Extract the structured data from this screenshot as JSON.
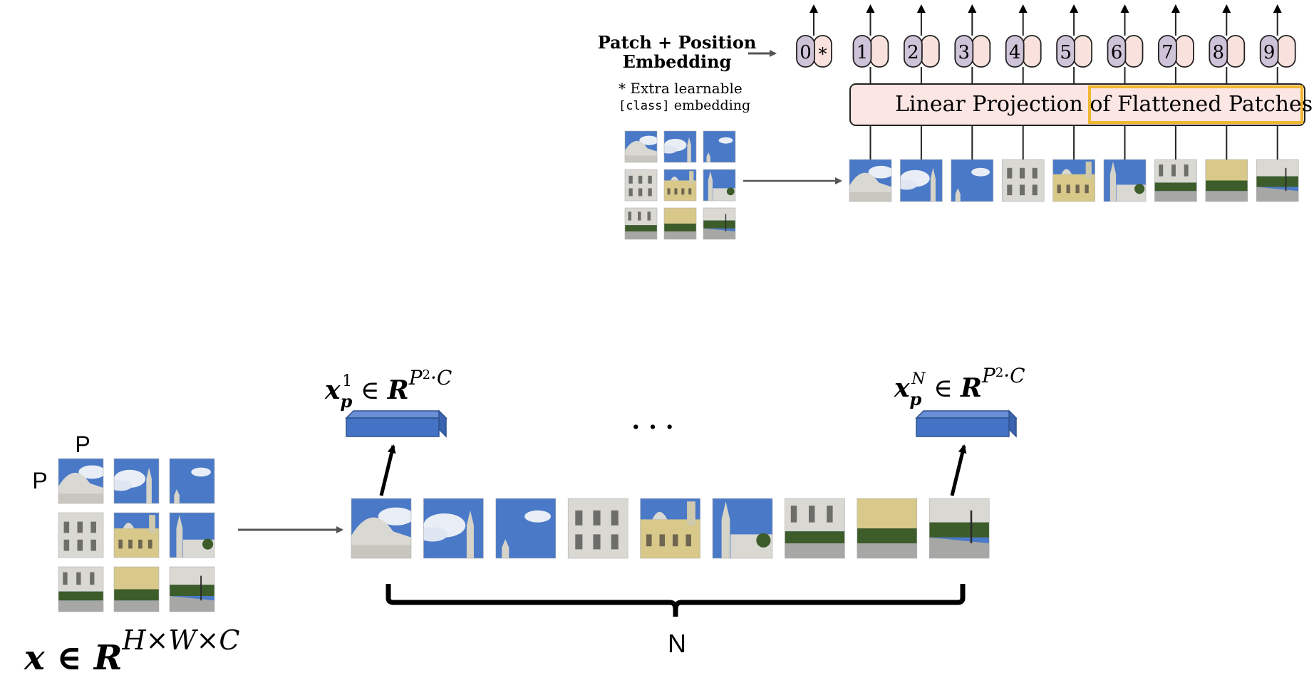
{
  "colors": {
    "token_class": "#cfc3d9",
    "token_pos": "#f9e2dd",
    "projection_fill": "#fbe6e3",
    "highlight": "#f0b830",
    "vector_fill": "#4472c4",
    "vector_edge": "#2f528f",
    "arrow": "#555555",
    "sky": "#4a79c7",
    "cloud": "#e9eef6",
    "stone": "#d9d8d2",
    "facade": "#d8c98a",
    "hedge": "#3c5c2a",
    "road": "#a7a7a5"
  },
  "top": {
    "embedding_label_line1": "Patch + Position",
    "embedding_label_line2": "Embedding",
    "footnote_line1": "* Extra learnable",
    "footnote_code": "[class]",
    "footnote_line2_rest": " embedding",
    "class_star": "*",
    "projection_text_a": "Linear Projection of ",
    "projection_text_b": "Flattened Patches",
    "tokens": [
      "0",
      "1",
      "2",
      "3",
      "4",
      "5",
      "6",
      "7",
      "8",
      "9"
    ]
  },
  "bottom": {
    "p_label_top": "P",
    "p_label_left": "P",
    "image_formula": {
      "base": "x ∈ ",
      "set": "R",
      "sup": "H×W×C"
    },
    "vec_first": {
      "x": "x",
      "sub": "p",
      "sup_idx": "1",
      "rel": " ∈ ",
      "set": "R",
      "sup": "P",
      "sup2": "2",
      "sup_rest": "·C"
    },
    "vec_last": {
      "x": "x",
      "sub": "p",
      "sup_idx": "N",
      "rel": " ∈ ",
      "set": "R",
      "sup": "P",
      "sup2": "2",
      "sup_rest": "·C"
    },
    "ellipsis": "· · ·",
    "n_label": "N"
  },
  "patches": [
    {
      "kind": "dome"
    },
    {
      "kind": "sky-cloud"
    },
    {
      "kind": "sky-tower"
    },
    {
      "kind": "facade-white"
    },
    {
      "kind": "facade-yellow"
    },
    {
      "kind": "tower-tree"
    },
    {
      "kind": "garden-left"
    },
    {
      "kind": "garden-mid"
    },
    {
      "kind": "garden-right"
    }
  ]
}
